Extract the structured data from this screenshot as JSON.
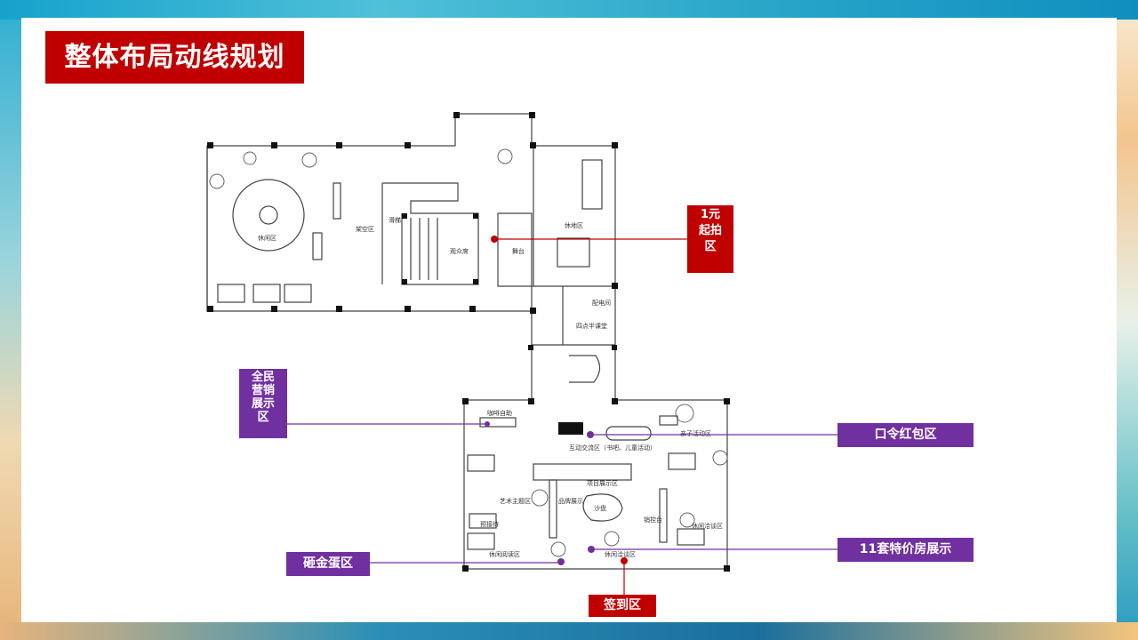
{
  "title": "整体布局动线规划",
  "colors": {
    "title_bg": "#c00000",
    "red_label": "#c00000",
    "purple_label": "#7030a0"
  },
  "callouts": {
    "auction": "1元\n起拍\n区",
    "marketing": "全民\n营销\n展示\n区",
    "red_packet": "口令红包区",
    "golden_egg": "砸金蛋区",
    "special_rooms": "11套特价房展示",
    "signin": "签到区"
  },
  "plan_labels": {
    "rest_area": "休闲区",
    "overhead_area": "架空区",
    "slide": "滑梯",
    "audience": "观众席",
    "stage": "舞台",
    "leisure_zone": "休地区",
    "power_room": "配电间",
    "classroom": "四点半课堂",
    "coffee": "咖啡自助",
    "interaction": "互动交流区（书吧、儿童活动）",
    "project_display": "项目展示区",
    "art_zone": "艺术主题区",
    "brand_display": "品牌展示",
    "sand_table": "沙盘",
    "reception": "预接待",
    "reading": "休闲阅读区",
    "negotiation_bottom": "休闲洽谈区",
    "control_desk": "销控台",
    "negotiation_right": "休闲洽谈区",
    "parent_child": "亲子活动区"
  }
}
